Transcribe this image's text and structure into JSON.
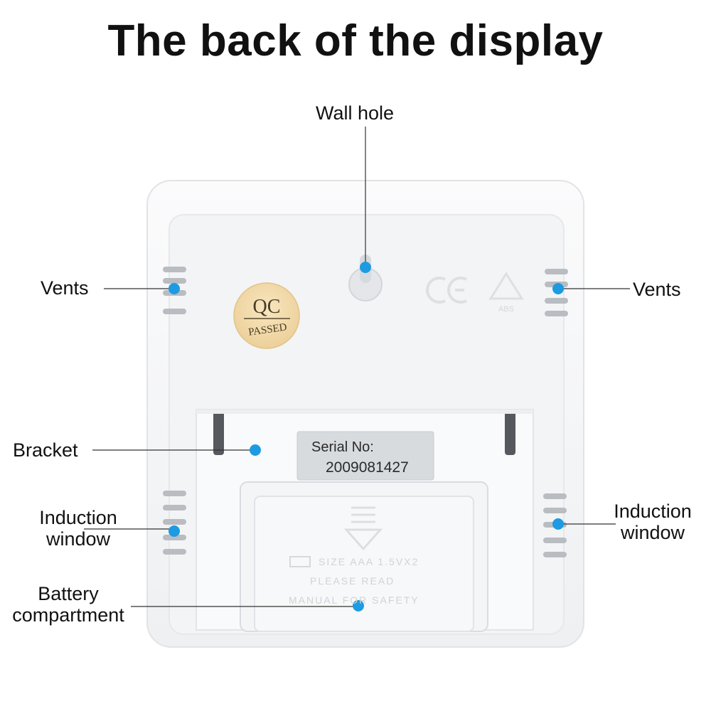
{
  "title": "The back of the display",
  "colors": {
    "marker": "#1c9be2",
    "line": "#333333",
    "device_body": "#f6f7f8",
    "device_edge": "#e3e5e8",
    "serial_label": "#d9dcdf",
    "qc_sticker": "#f3dcae"
  },
  "callouts": {
    "wall_hole": "Wall hole",
    "vents_left": "Vents",
    "vents_right": "Vents",
    "bracket": "Bracket",
    "induction_left_line1": "Induction",
    "induction_left_line2": "window",
    "induction_right_line1": "Induction",
    "induction_right_line2": "window",
    "battery_line1": "Battery",
    "battery_line2": "compartment"
  },
  "device": {
    "qc_top": "QC",
    "qc_bottom": "PASSED",
    "ce_mark": "CE",
    "recycle_label": "ABS",
    "serial_heading": "Serial No:",
    "serial_number": "2009081427",
    "battery_text_1": "SIZE AAA 1.5VX2",
    "battery_text_2": "PLEASE READ",
    "battery_text_3": "MANUAL FOR SAFETY"
  }
}
